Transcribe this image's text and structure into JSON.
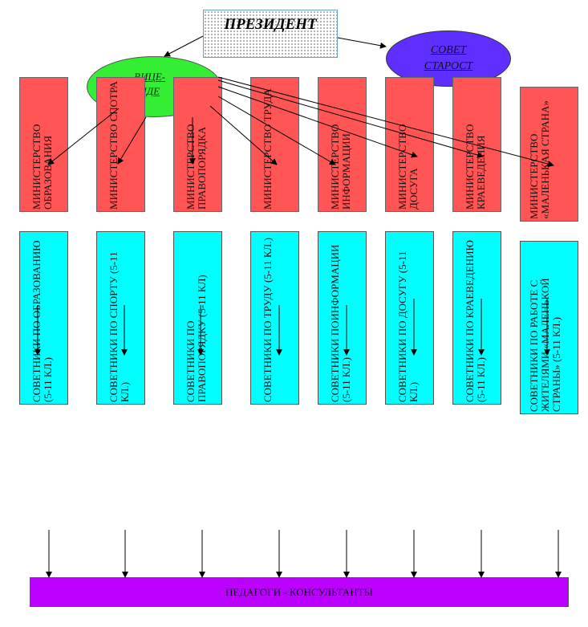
{
  "president": "ПРЕЗИДЕНТ",
  "vice": "ВИЦЕ-\nПРЕЗИДЕНТ",
  "council": [
    "СОВЕТ",
    "СТАРОСТ"
  ],
  "ministries": [
    "МИНИСТЕРСТВО ОБРАЗОВАНИЯ",
    "МИНИСТЕРСТВО СПОТРА",
    "МИНИСТЕРСТВО ПРАВОПОРЯДКА",
    "МИНИСТЕРСТВО ТРУДА",
    "МИНИСТЕРСТВО ИНФОРМАЦИИ",
    "МИНИСТЕРСТВО ДОСУГА",
    "МИНИСТЕРСТВО КРАЕВЕДЕНИЯ",
    "МИНИСТЕРСТВО «МАЛЕНЬКАЯ СТРАНА»"
  ],
  "councils": [
    "СОВЕТНИКИ ПО ОБРАЗОВАНИЮ (5-11 КЛ.)",
    "СОВЕТНИКИ ПО СПОРТУ (5-11 КЛ.)",
    "СОВЕТНИКИ ПО ПРАВОПОРЯДКУ (5-11 КЛ)",
    "СОВЕТНИКИ ПО ТРУДУ (5-11 КЛ.)",
    "СОВЕТНИКИ ПОИНФОРМАЦИИ (5-11 КЛ.)",
    "СОВЕТНИКИ ПО ДОСУГУ (5-11 КЛ.)",
    "СОВЕТНИКИ ПО КРАЕВЕДЕНИЮ (5-11 КЛ.)",
    "СОВЕТНИКИ ПО РАБОТЕ С ЖИТЕЛЯМИ «МАЛЕНЬКОЙ СТРАНЫ» (5-11 КЛ.)"
  ],
  "footer": "ПЕДАГОГИ - КОНСУЛЬТАНТЫ"
}
